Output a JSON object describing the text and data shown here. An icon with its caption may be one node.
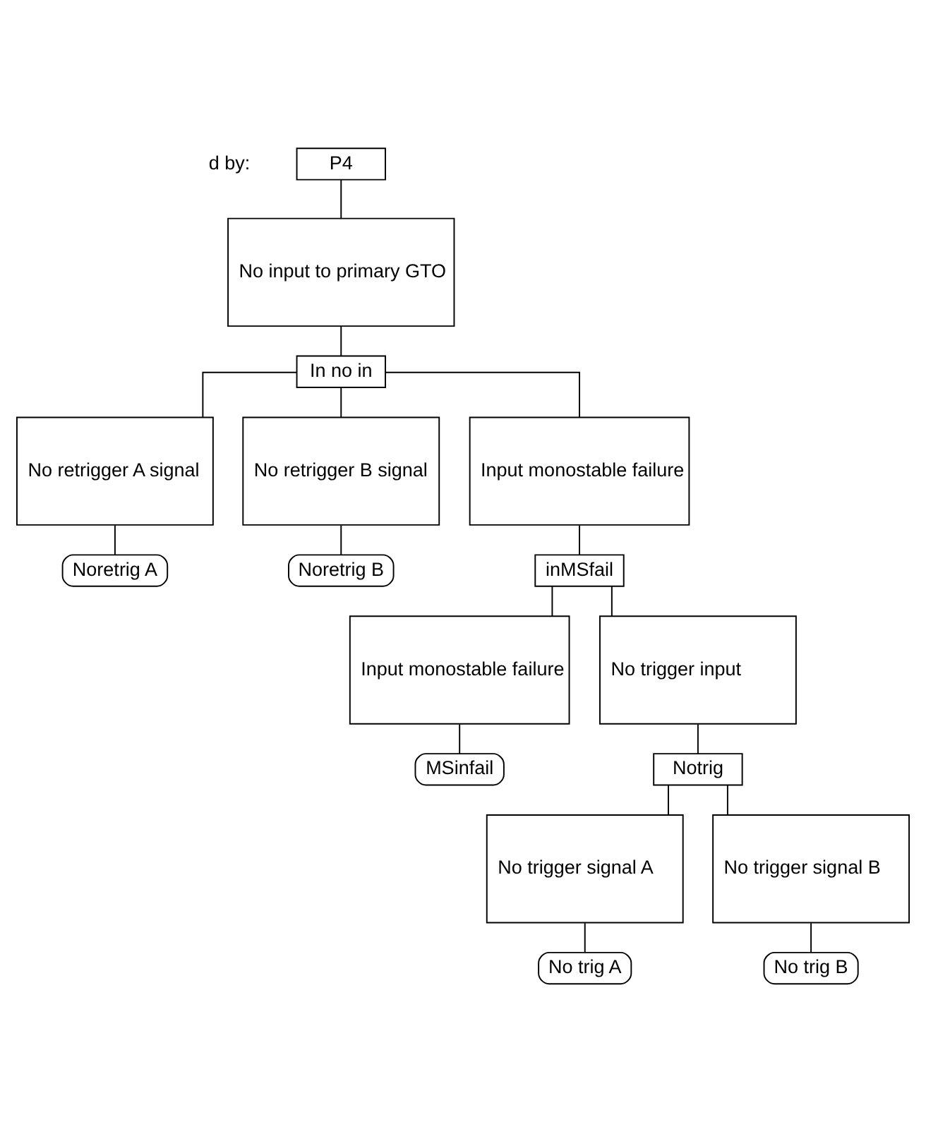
{
  "diagram": {
    "nodes": [
      {
        "text": [
          "P4"
        ]
      },
      {
        "text": [
          "No input to primary GTO"
        ]
      },
      {
        "text": [
          "In no in"
        ]
      },
      {
        "text": [
          "No retrigger A signal"
        ]
      },
      {
        "text": [
          "Noretrig A"
        ]
      },
      {
        "text": [
          "No retrigger B signal"
        ]
      },
      {
        "text": [
          "Noretrig B"
        ]
      },
      {
        "text": [
          "Input monostable failure"
        ]
      },
      {
        "text": [
          "inMSfail"
        ]
      },
      {
        "text": [
          "Input monostable failure"
        ]
      },
      {
        "text": [
          "MSinfail"
        ]
      },
      {
        "text": [
          "No trigger input"
        ]
      },
      {
        "text": [
          "Notrig"
        ]
      },
      {
        "text": [
          "No trigger signal A"
        ]
      },
      {
        "text": [
          "No trig A"
        ]
      },
      {
        "text": [
          "No trigger signal B"
        ]
      },
      {
        "text": [
          "No trig B"
        ]
      }
    ],
    "edges": [
      {
        "from": 0,
        "to": 1,
        "arrow": "none"
      },
      {
        "from": 1,
        "to": 2,
        "arrow": "none"
      },
      {
        "from": 2,
        "to": 3,
        "arrow": "none"
      },
      {
        "from": 2,
        "to": 5,
        "arrow": "none"
      },
      {
        "from": 2,
        "to": 7,
        "arrow": "none"
      },
      {
        "from": 3,
        "to": 4,
        "arrow": "none"
      },
      {
        "from": 5,
        "to": 6,
        "arrow": "none"
      },
      {
        "from": 7,
        "to": 8,
        "arrow": "none"
      },
      {
        "from": 8,
        "to": 9,
        "arrow": "none"
      },
      {
        "from": 8,
        "to": 11,
        "arrow": "none"
      },
      {
        "from": 9,
        "to": 10,
        "arrow": "none"
      },
      {
        "from": 11,
        "to": 12,
        "arrow": "none"
      },
      {
        "from": 12,
        "to": 13,
        "arrow": "none"
      },
      {
        "from": 12,
        "to": 15,
        "arrow": "none"
      },
      {
        "from": 13,
        "to": 14,
        "arrow": "none"
      },
      {
        "from": 15,
        "to": 16,
        "arrow": "none"
      }
    ],
    "labels": [
      "d by:"
    ]
  }
}
